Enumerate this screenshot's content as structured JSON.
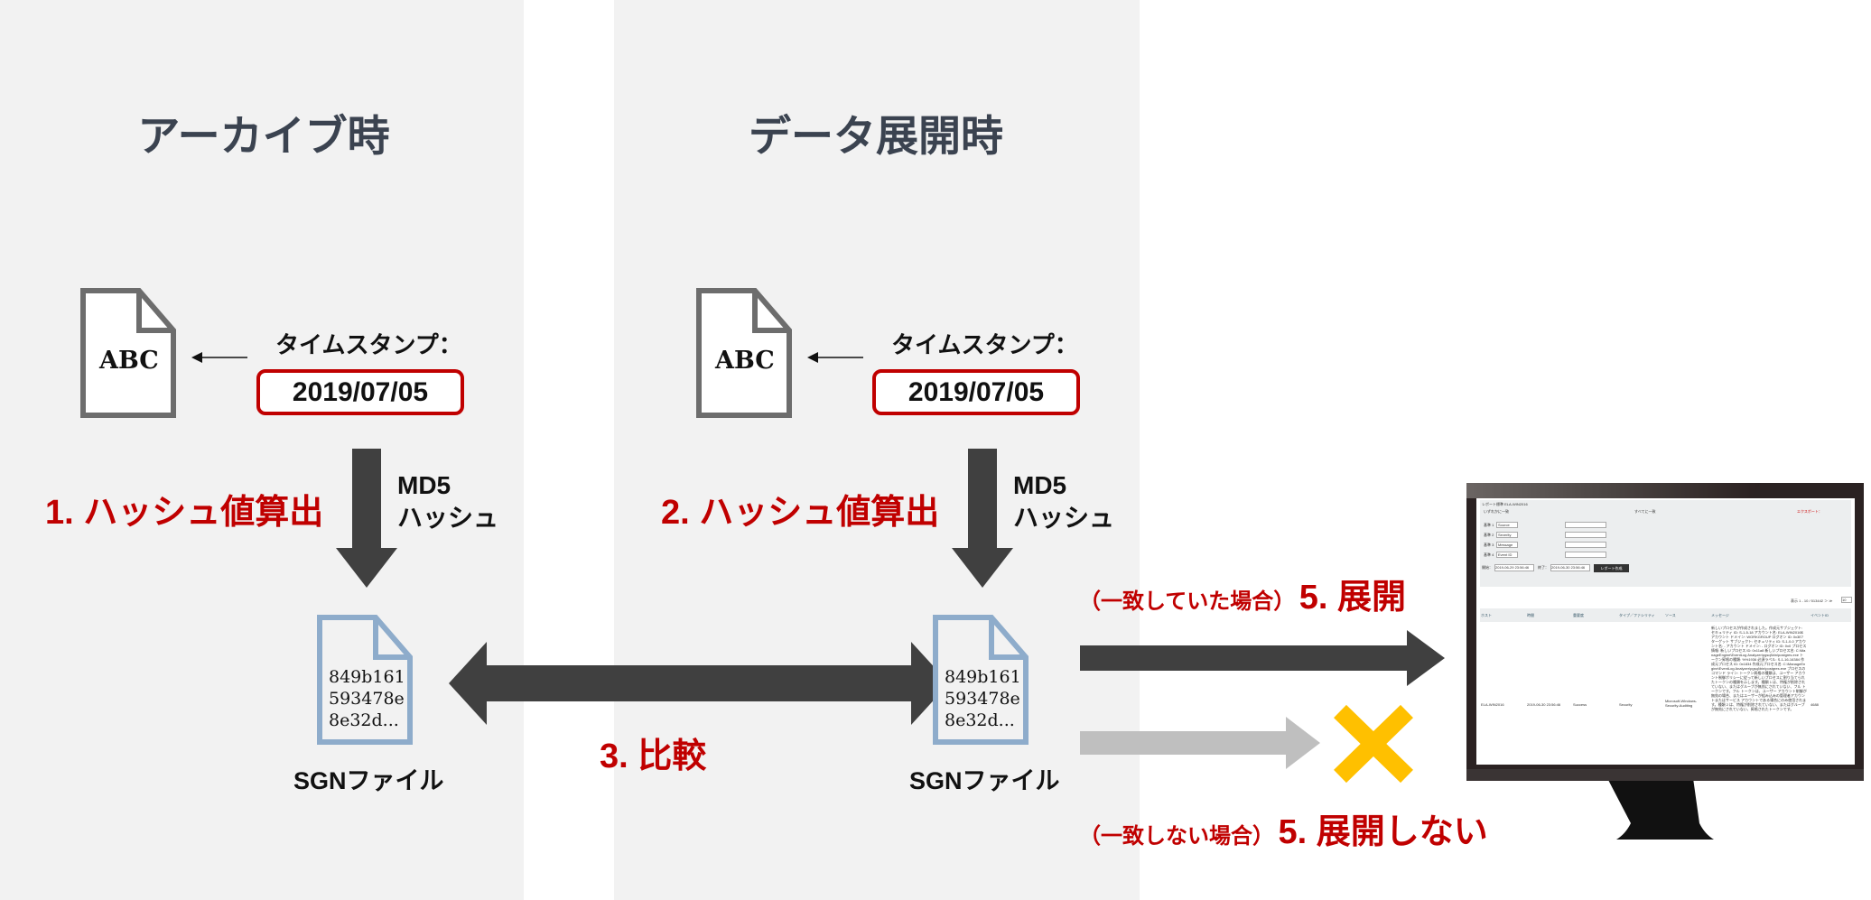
{
  "left_panel": {
    "title": "アーカイブ時",
    "doc_text": "ABC",
    "timestamp_label": "タイムスタンプ：",
    "timestamp_value": "2019/07/05",
    "step": "1. ハッシュ値算出",
    "hash_label_1": "MD5",
    "hash_label_2": "ハッシュ",
    "hash_lines": [
      "849b161",
      "593478e",
      "8e32d..."
    ],
    "file_label": "SGNファイル"
  },
  "middle_panel": {
    "title": "データ展開時",
    "doc_text": "ABC",
    "timestamp_label": "タイムスタンプ：",
    "timestamp_value": "2019/07/05",
    "step": "2. ハッシュ値算出",
    "hash_label_1": "MD5",
    "hash_label_2": "ハッシュ",
    "hash_lines": [
      "849b161",
      "593478e",
      "8e32d..."
    ],
    "file_label": "SGNファイル"
  },
  "compare_step": "3. 比較",
  "match": {
    "condition": "（一致していた場合）",
    "result": "5. 展開"
  },
  "nomatch": {
    "condition": "（一致しない場合）",
    "result": "5. 展開しない"
  },
  "colors": {
    "accent_red": "#c00000",
    "arrow_dark": "#404040",
    "arrow_light": "#bfbfbf",
    "cross": "#ffc000",
    "panel": "#f2f2f2",
    "sgn_doc": "#8eaccb"
  },
  "monitor": {
    "report_title": "レポート標準 ELA-WIN2016",
    "radio_any": "いずれかに一致",
    "radio_all": "すべてに一致",
    "export_label": "エクスポート：",
    "criteria": [
      {
        "label": "基準 1",
        "field": "Source"
      },
      {
        "label": "基準 2",
        "field": "Severity"
      },
      {
        "label": "基準 3",
        "field": "Message"
      },
      {
        "label": "基準 4",
        "field": "Event ID"
      }
    ],
    "start_label": "開始：",
    "start_date": "2019-06-29 23:56:46",
    "end_label": "終了：",
    "end_date": "2019-06-30 23:56:46",
    "create_button": "レポート作成",
    "paging": "表示 1 - 10 / 513442 ＞ ≫",
    "page_size": "10",
    "columns": [
      "ホスト",
      "時間",
      "重要度",
      "タイプ／ファシリティ",
      "ソース",
      "メッセージ",
      "イベントID"
    ],
    "row": {
      "host": "ELA-WIN2016",
      "time": "2019-06-30 23:56:46",
      "severity": "Success",
      "type": "Security",
      "source": "Microsoft-Windows-Security-Auditing",
      "message": "新しいプロセスが作成されました。作成元サブジェクト: セキュリティ ID: S-1-5-18 アカウント名: ELA-WIN2016$ アカウント ドメイン: WORKGROUP ログオン ID: 0x3E7 ターゲット サブジェクト: セキュリティ ID: S-1-0-0 アカウント名: - アカウント ドメイン: - ログオン ID: 0x0 プロセス情報: 新しいプロセス ID: 0x11a8 新しいプロセス名: C:\\ManageEngine\\EventLog Analyzer\\pgsql\\bin\\postgres.exe トークン昇格の種類: %%1936 必須ラベル: S-1-16-16384 作成元プロセス ID: 0x1834 作成元プロセス名: C:\\ManageEngine\\EventLog Analyzer\\pgsql\\bin\\postgres.exe プロセスのコマンド ライン: トークン昇格の種類は、ユーザー アカウント制御ポリシーに従って新しいプロセスに割り当てられたトークンの種類を示します。種類 1 は、特権が削除されていない、またはグループが無効にされていない、フル トークンです。フル トークンは、ユーザー アカウント制御が無効の場合、またはユーザーが組み込みの管理者アカウントまたはサービス アカウントである場合にのみ使用されます。種類 2 は、特権が削除されていない、またはグループが無効にされていない、昇格されたトークンです。",
      "event_id": "4688"
    }
  }
}
